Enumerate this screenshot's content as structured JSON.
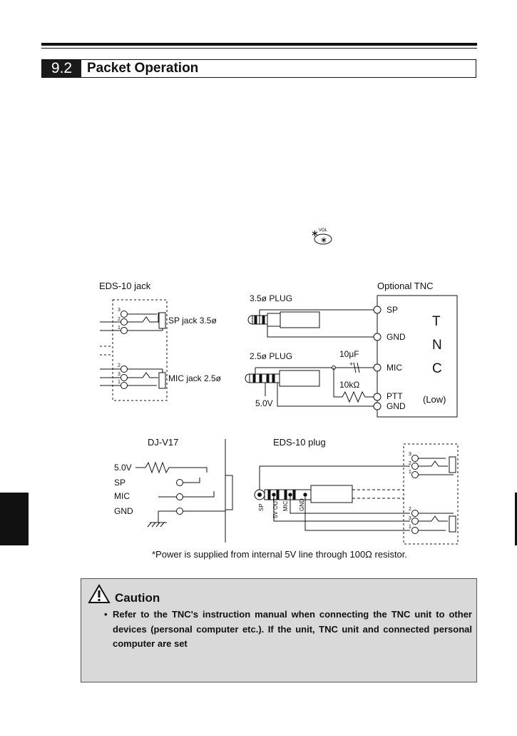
{
  "section": {
    "number": "9.2",
    "title": "Packet Operation"
  },
  "vol_icon": {
    "star": "∗",
    "label": "VOL"
  },
  "diagram": {
    "edsjack_title": "EDS-10 jack",
    "tnc_title": "Optional TNC",
    "plug35_label": "3.5ø PLUG",
    "plug25_label": "2.5ø PLUG",
    "spjack_label": "SP jack 3.5ø",
    "micjack_label": "MIC jack 2.5ø",
    "cap_label": "10μF",
    "cap_plus": "+",
    "res_label": "10kΩ",
    "v5_label": "5.0V",
    "tnc_pins": [
      "SP",
      "GND",
      "MIC",
      "PTT",
      "GND"
    ],
    "tnc_letters": [
      "T",
      "N",
      "C"
    ],
    "tnc_low": "(Low)",
    "pin_nums": [
      "3",
      "2",
      "1"
    ],
    "mic_pin_nums": [
      "2",
      "3",
      "1"
    ],
    "radio_title": "DJ-V17",
    "radio_rows": [
      "5.0V",
      "SP",
      "MIC",
      "GND"
    ],
    "edsplug_title": "EDS-10 plug",
    "plug_pins": [
      "SP",
      "5V OUT",
      "MIC",
      "GND"
    ],
    "footnote": "*Power is supplied from internal 5V line through 100Ω resistor."
  },
  "caution": {
    "title": "Caution",
    "bullet": "•",
    "text": "Refer to the TNC's instruction manual when connecting the TNC unit to other devices (personal computer etc.).  If the unit, TNC unit and connected personal computer are set"
  }
}
